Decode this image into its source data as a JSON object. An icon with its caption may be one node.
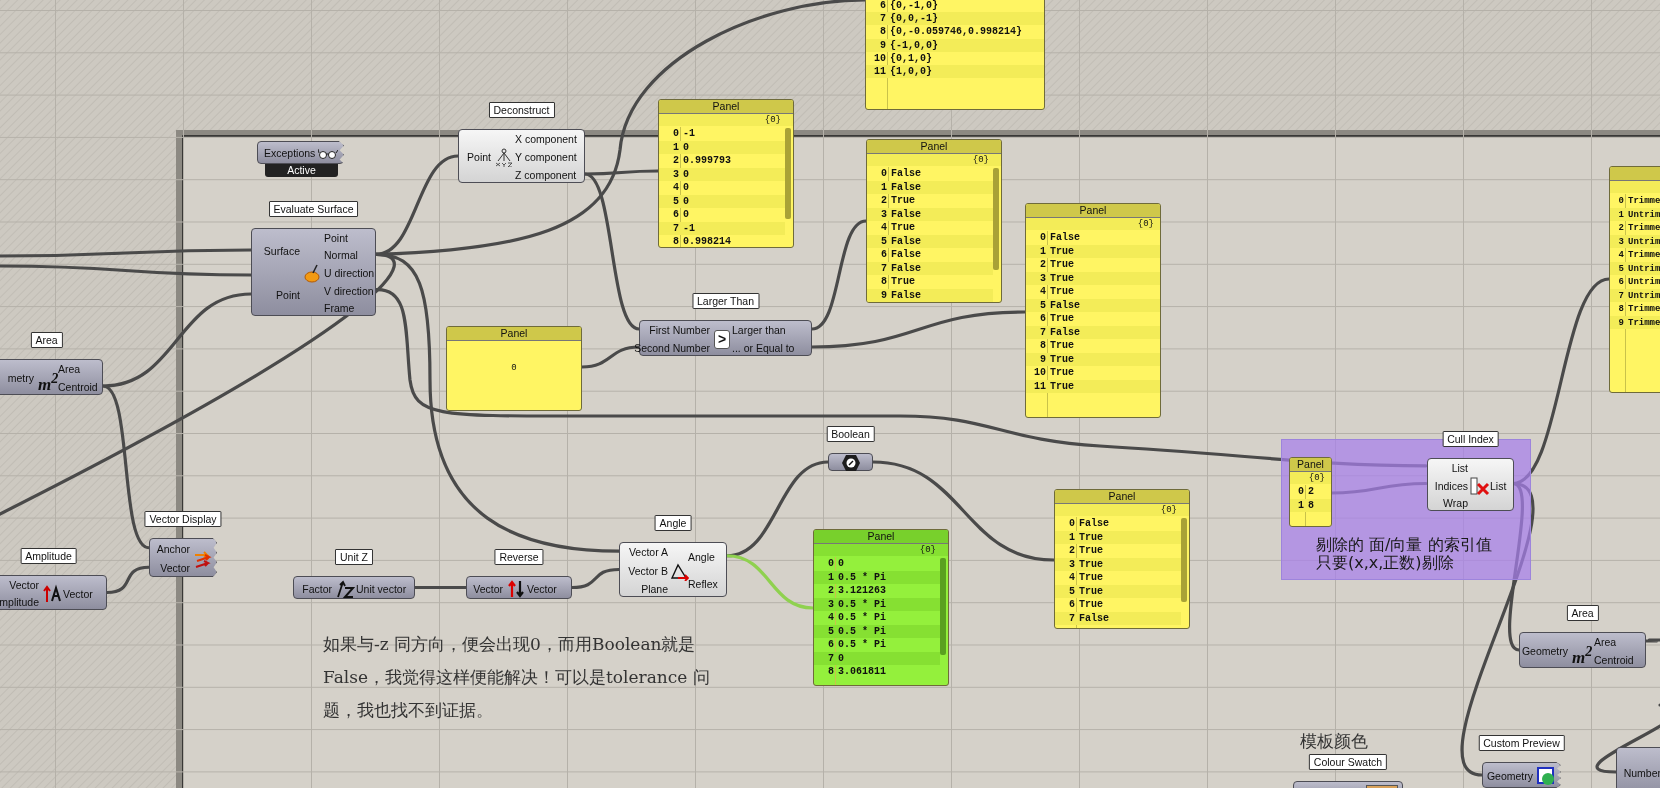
{
  "diagram": {
    "nodes": [
      {
        "text": [
          "6",
          "{0,-1,0}",
          "7",
          "{0,0,-1}",
          "8",
          "{0,-0.059746,0.998214}",
          "9",
          "{-1,0,0}",
          "10",
          "{0,1,0}",
          "11",
          "{1,0,0}"
        ]
      },
      {
        "text": [
          "Exceptions",
          "Active"
        ]
      },
      {
        "text": [
          "Evaluate Surface",
          "Surface",
          "Point",
          "Point",
          "Normal",
          "U direction",
          "V direction",
          "Frame"
        ]
      },
      {
        "text": [
          "Deconstruct",
          "Point",
          "X component",
          "Y component",
          "Z component"
        ]
      },
      {
        "text": [
          "Panel",
          "{0}",
          "0",
          "-1",
          "1",
          "0",
          "2",
          "0.999793",
          "3",
          "0",
          "4",
          "0",
          "5",
          "0",
          "6",
          "0",
          "7",
          "-1",
          "8",
          "0.998214"
        ]
      },
      {
        "text": [
          "Panel",
          "0"
        ]
      },
      {
        "text": [
          "Larger Than",
          "First Number",
          "Second Number",
          ">",
          "Larger than",
          "... or Equal to"
        ]
      },
      {
        "text": [
          "Panel",
          "{0}",
          "0",
          "False",
          "1",
          "False",
          "2",
          "True",
          "3",
          "False",
          "4",
          "True",
          "5",
          "False",
          "6",
          "False",
          "7",
          "False",
          "8",
          "True",
          "9",
          "False"
        ]
      },
      {
        "text": [
          "Panel",
          "{0}",
          "0",
          "False",
          "1",
          "True",
          "2",
          "True",
          "3",
          "True",
          "4",
          "True",
          "5",
          "False",
          "6",
          "True",
          "7",
          "False",
          "8",
          "True",
          "9",
          "True",
          "10",
          "True",
          "11",
          "True"
        ]
      },
      {
        "text": [
          "Boolean"
        ]
      },
      {
        "text": [
          "Panel",
          "{0}",
          "0",
          "0",
          "1",
          "0.5 * Pi",
          "2",
          "3.121263",
          "3",
          "0.5 * Pi",
          "4",
          "0.5 * Pi",
          "5",
          "0.5 * Pi",
          "6",
          "0.5 * Pi",
          "7",
          "0",
          "8",
          "3.061811"
        ]
      },
      {
        "text": [
          "Panel",
          "{0}",
          "0",
          "False",
          "1",
          "True",
          "2",
          "True",
          "3",
          "True",
          "4",
          "True",
          "5",
          "True",
          "6",
          "True",
          "7",
          "False"
        ]
      },
      {
        "text": [
          "剔除的 面/向量 的索引值只要(x,x,正数)剔除"
        ]
      },
      {
        "text": [
          "Panel",
          "{0}",
          "0",
          "2",
          "1",
          "8"
        ],
        "in": 12
      },
      {
        "text": [
          "Cull Index",
          "List",
          "Indices",
          "Wrap",
          "List"
        ],
        "in": 12
      },
      {
        "text": [
          "0",
          "Trimme",
          "1",
          "Untrim",
          "2",
          "Trimme",
          "3",
          "Untrim",
          "4",
          "Trimme",
          "5",
          "Untrim",
          "6",
          "Untrim",
          "7",
          "Untrim",
          "8",
          "Trimme",
          "9",
          "Trimme"
        ]
      },
      {
        "text": [
          "Area",
          "metry",
          "m$^{2}$",
          "Area",
          "Centroid"
        ]
      },
      {
        "text": [
          "Vector Display",
          "Anchor",
          "Vector"
        ]
      },
      {
        "text": [
          "Amplitude",
          "Vector",
          "mplitude",
          "Vector"
        ]
      },
      {
        "text": [
          "Unit Z",
          "Factor",
          "Unit vector"
        ]
      },
      {
        "text": [
          "Reverse",
          "Vector",
          "Vector"
        ]
      },
      {
        "text": [
          "Angle",
          "Vector A",
          "Vector B",
          "Plane",
          "Angle",
          "Reflex"
        ]
      },
      {
        "text": [
          "Area",
          "Geometry",
          "m$^{2}$",
          "Area",
          "Centroid"
        ]
      },
      {
        "text": [
          "Custom Preview",
          "Geometry"
        ]
      },
      {
        "text": [
          "Number"
        ]
      },
      {
        "text": [
          "Colour Swatch"
        ],
        "beside": [
          "模板颜色"
        ]
      }
    ],
    "edges": [
      {
        "from": null,
        "to": 2,
        "arrow": "none"
      },
      {
        "from": null,
        "to": 2,
        "arrow": "none"
      },
      {
        "from": 16,
        "to": 2,
        "arrow": "none"
      },
      {
        "from": 16,
        "to": 17,
        "arrow": "none"
      },
      {
        "from": 18,
        "to": 17,
        "arrow": "none"
      },
      {
        "from": 2,
        "to": null,
        "arrow": "none"
      },
      {
        "from": 2,
        "to": 3,
        "arrow": "none"
      },
      {
        "from": 2,
        "to": 0,
        "arrow": "none"
      },
      {
        "from": 2,
        "to": 21,
        "arrow": "none"
      },
      {
        "from": 2,
        "to": 14,
        "arrow": "none"
      },
      {
        "from": 3,
        "to": 4,
        "arrow": "none"
      },
      {
        "from": 3,
        "to": 6,
        "arrow": "none"
      },
      {
        "from": 5,
        "to": 6,
        "arrow": "none"
      },
      {
        "from": 6,
        "to": 7,
        "arrow": "none"
      },
      {
        "from": 6,
        "to": 8,
        "arrow": "none"
      },
      {
        "from": 19,
        "to": 20,
        "arrow": "none"
      },
      {
        "from": 20,
        "to": 21,
        "arrow": "none"
      },
      {
        "from": 21,
        "to": 9,
        "arrow": "none"
      },
      {
        "from": 21,
        "to": 10,
        "arrow": "none",
        "color": "#8fd14f"
      },
      {
        "from": 9,
        "to": 11,
        "arrow": "none"
      },
      {
        "from": 13,
        "to": 14,
        "arrow": "none"
      },
      {
        "from": 14,
        "to": 15,
        "arrow": "none"
      },
      {
        "from": 14,
        "to": 22,
        "arrow": "none"
      },
      {
        "from": 14,
        "to": 23,
        "arrow": "none"
      },
      {
        "from": 22,
        "to": null,
        "arrow": "none"
      },
      {
        "from": null,
        "to": 24,
        "arrow": "none"
      }
    ],
    "labels": [
      "如果与-z 同方向，便会出现0，而用Boolean就是False，我觉得这样便能解决！可以是tolerance 问题，我也找不到证据。"
    ]
  }
}
